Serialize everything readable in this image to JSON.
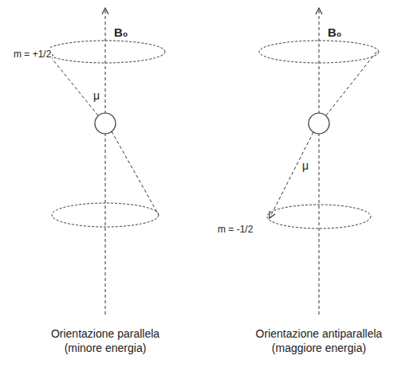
{
  "diagram": {
    "labels": [
      "B₀",
      "B₀",
      "m = +1/2",
      "μ",
      "μ",
      "m = -1/2",
      "Orientazione parallela (minore energia)",
      "Orientazione antiparallela (maggiore energia)"
    ]
  }
}
